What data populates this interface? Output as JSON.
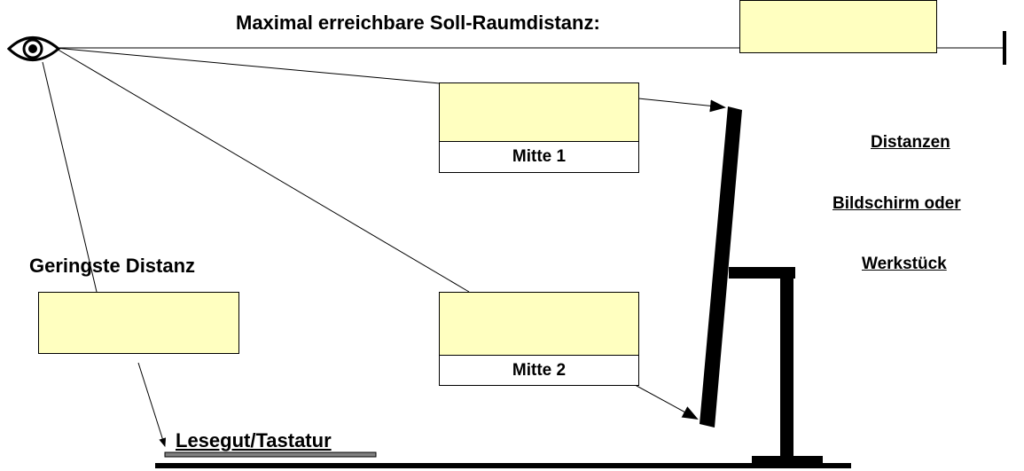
{
  "colors": {
    "box_fill": "#ffffc0",
    "line": "#000000",
    "reading_surface": "#808080"
  },
  "labels": {
    "max_distance": "Maximal erreichbare Soll-Raumdistanz:",
    "min_distance": "Geringste Distanz",
    "middle_1": "Mitte 1",
    "middle_2": "Mitte 2",
    "reading_material": "Lesegut/Tastatur",
    "side_line_1": "Distanzen",
    "side_line_2": "Bildschirm oder",
    "side_line_3": "Werkstück"
  },
  "icons": {
    "eye": "eye-icon"
  }
}
